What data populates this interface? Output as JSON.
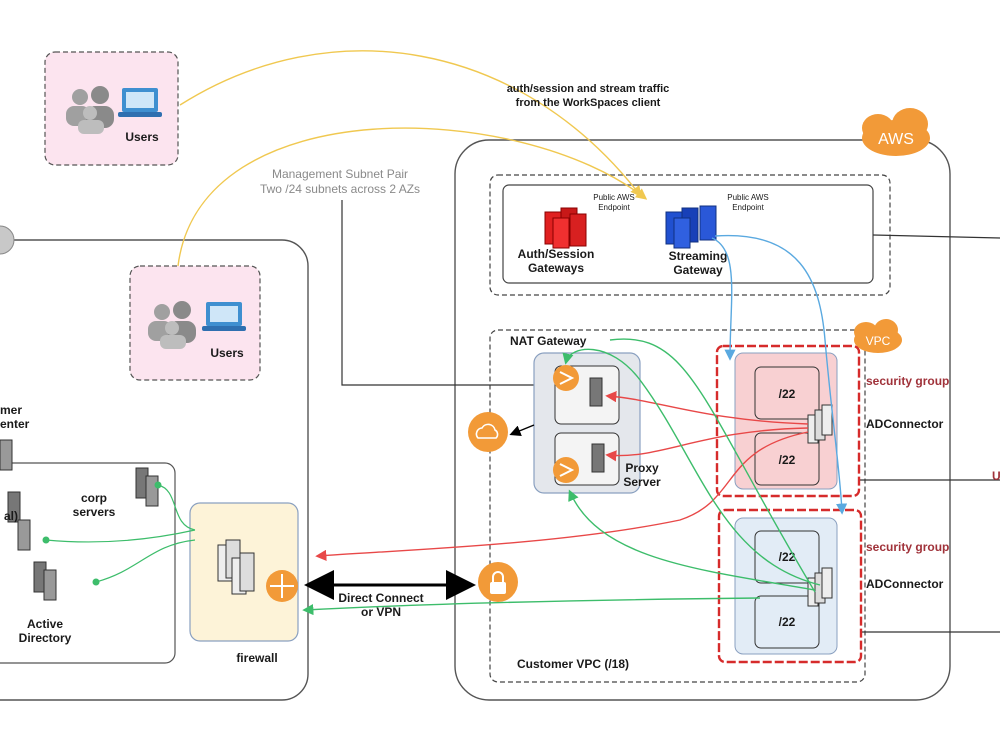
{
  "colors": {
    "aws_orange": "#f29a38",
    "line_yellow": "#f0c850",
    "line_green": "#3dbd6b",
    "line_red": "#e84848",
    "line_blue": "#5aa9e0",
    "sg_border": "#d62b2b",
    "sg_text": "#a0323a",
    "users_bg": "#fce4ef"
  },
  "users_top": {
    "label": "Users"
  },
  "users_mid": {
    "label": "Users"
  },
  "traffic_note": {
    "line1": "auth/session and stream traffic",
    "line2": "from the WorkSpaces client"
  },
  "mgmt_note": {
    "line1": "Management Subnet Pair",
    "line2": "Two /24 subnets across 2 AZs"
  },
  "aws_badge": "AWS",
  "vpc_badge": "VPC",
  "auth_endpoint": {
    "line1": "Public AWS",
    "line2": "Endpoint",
    "name1": "Auth/Session",
    "name2": "Gateways"
  },
  "stream_endpoint": {
    "line1": "Public AWS",
    "line2": "Endpoint",
    "name1": "Streaming",
    "name2": "Gateway"
  },
  "nat_gateway": "NAT Gateway",
  "proxy": {
    "line1": "Proxy",
    "line2": "Server"
  },
  "subnet_labels": [
    "/22",
    "/22",
    "/22",
    "/22"
  ],
  "sg_upper": {
    "security_group": "security group",
    "connector": "ADConnector"
  },
  "sg_lower": {
    "security_group": "security group",
    "connector": "ADConnector"
  },
  "customer_vpc": "Customer VPC (/18)",
  "direct_connect": {
    "line1": "Direct Connect",
    "line2": "or VPN"
  },
  "firewall": "firewall",
  "corp_servers": {
    "line1": "corp",
    "line2": "servers"
  },
  "active_directory": {
    "line1": "Active",
    "line2": "Directory"
  },
  "datacenter_fragment": {
    "line1": "mer",
    "line2": "enter"
  },
  "internal_fragment": "al)",
  "right_edge_fragment_u": "U"
}
